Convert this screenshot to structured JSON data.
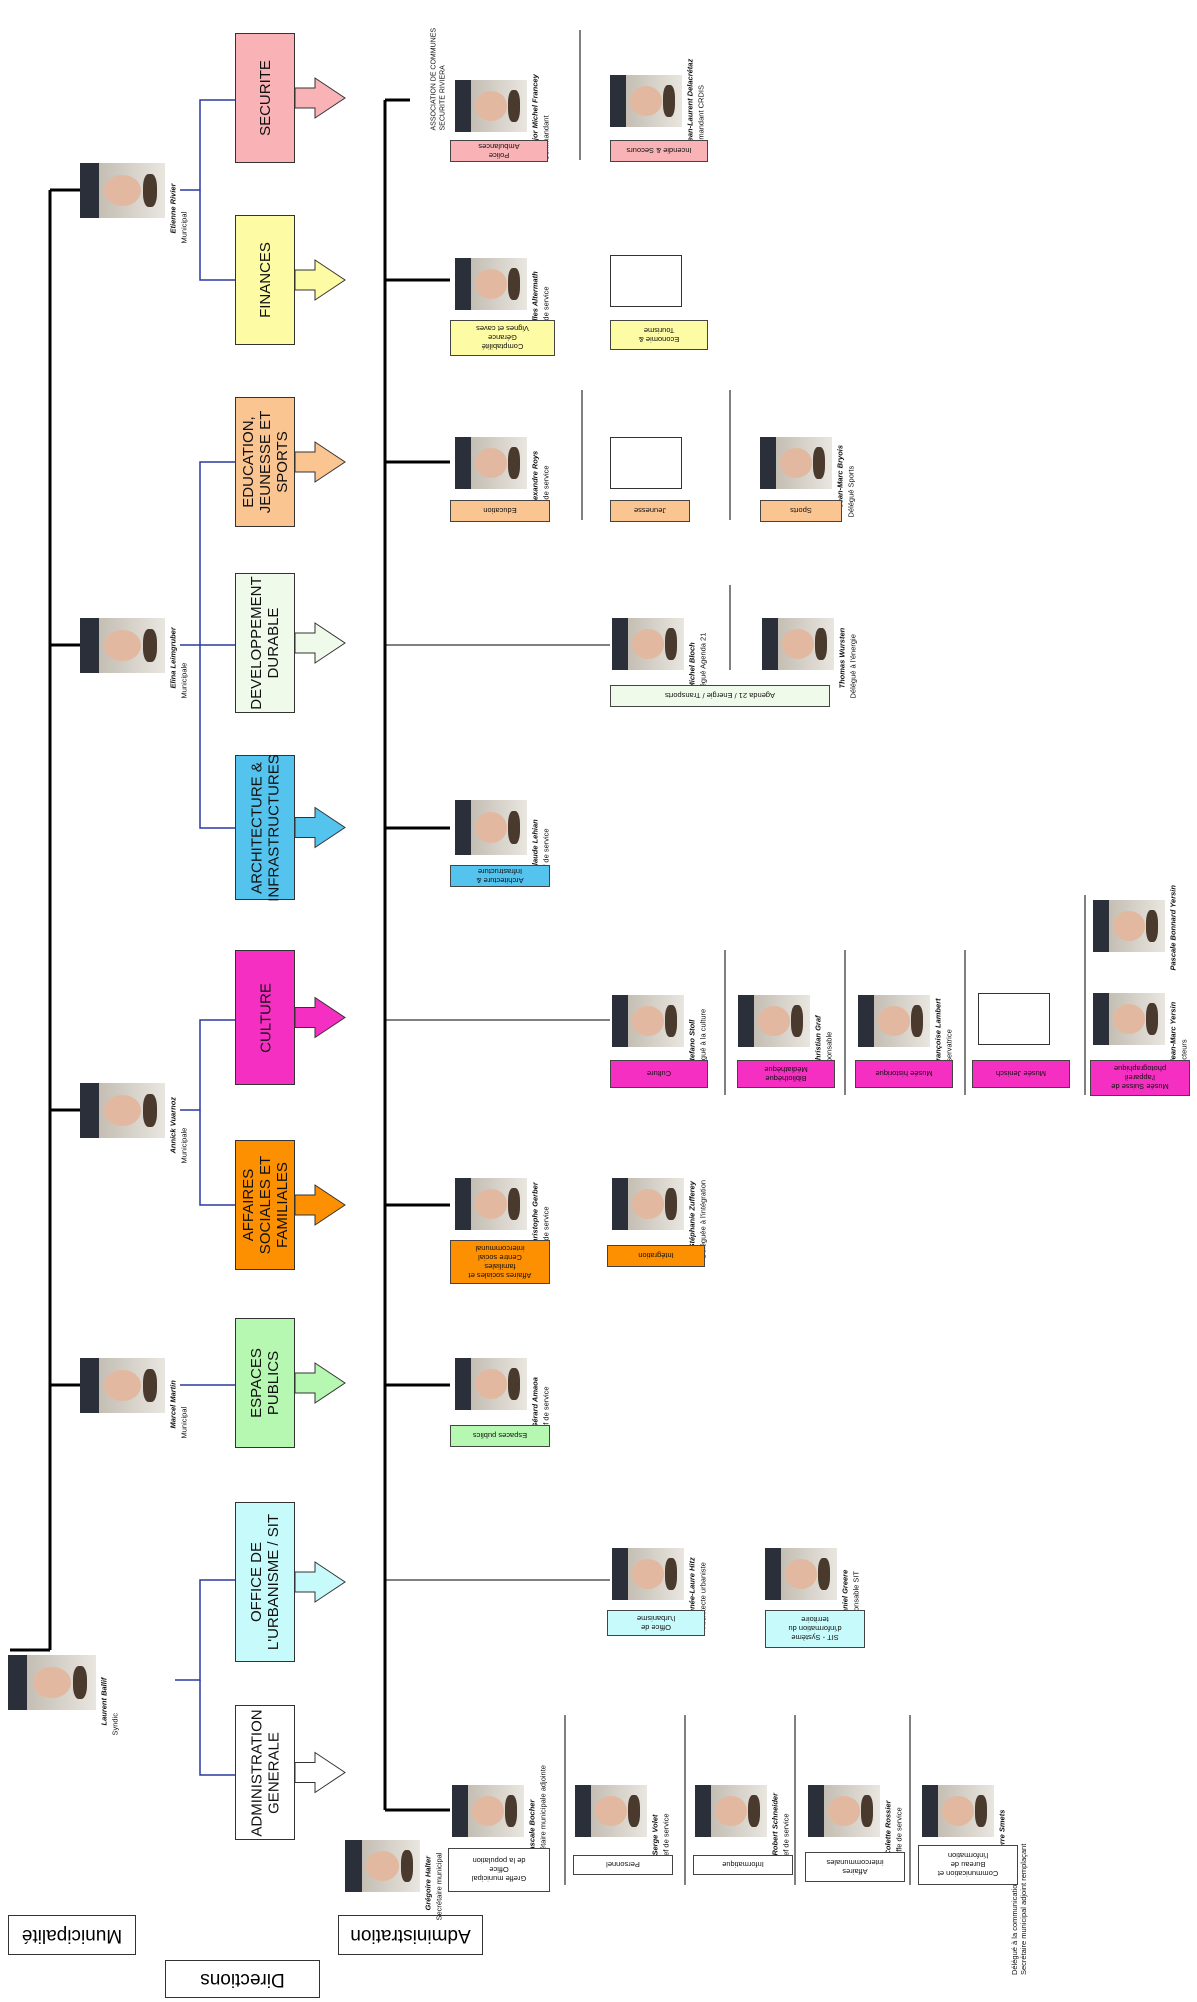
{
  "legend": {
    "municipalite": "Municipalité",
    "directions": "Directions",
    "administration": "Administration"
  },
  "syndic": {
    "name": "Laurent Ballif",
    "role": "Syndic"
  },
  "secretaire": {
    "name": "Grégoire Halter",
    "role": "Secrétaire municipal"
  },
  "municipaux": [
    {
      "name": "Etienne Rivier",
      "role": "Municipal"
    },
    {
      "name": "Elina Leimgruber",
      "role": "Municipale"
    },
    {
      "name": "Annick Vuarnoz",
      "role": "Municipale"
    },
    {
      "name": "Marcel Martin",
      "role": "Municipal"
    }
  ],
  "directions": [
    {
      "label": "SECURITE",
      "color": "#F9B3B6"
    },
    {
      "label": "FINANCES",
      "color": "#FDFBA3"
    },
    {
      "label": "EDUCATION,\nJEUNESSE ET\nSPORTS",
      "color": "#FBC592"
    },
    {
      "label": "DEVELOPPEMENT\nDURABLE",
      "color": "#EFFAEB"
    },
    {
      "label": "ARCHITECTURE &\nINFRASTRUCTURES",
      "color": "#54C3EE"
    },
    {
      "label": "CULTURE",
      "color": "#F62FC3"
    },
    {
      "label": "AFFAIRES\nSOCIALES ET\nFAMILIALES",
      "color": "#FD9001"
    },
    {
      "label": "ESPACES\nPUBLICS",
      "color": "#B6F7B1"
    },
    {
      "label": "OFFICE DE\nL'URBANISME / SIT",
      "color": "#C7FBFB"
    },
    {
      "label": "ADMINISTRATION\nGENERALE",
      "color": "#FFFFFF"
    }
  ],
  "securite": {
    "header": "ASSOCIATION DE COMMUNES\nSECURITE RIVIERA",
    "people": [
      {
        "name": "Major Michel Francey",
        "role": "Commandant",
        "unit": "Police\nAmbulances"
      },
      {
        "name": "Jean-Laurent Delacrétaz",
        "role": "Commandant CRDIS",
        "unit": "Incendie & Secours"
      }
    ]
  },
  "finances": {
    "people": [
      {
        "name": "Gilles Altermath",
        "role": "Chef de service",
        "unit": "Comptabilité\nGérance\nVignes et caves"
      }
    ],
    "units": [
      "Economie &\nTourisme"
    ]
  },
  "education": {
    "people": [
      {
        "name": "Alexandre Roys",
        "role": "Chef de service",
        "unit": "Education"
      },
      {
        "name": "Jean-Marc Bryois",
        "role": "Délégué Sports",
        "unit": "Sports"
      }
    ],
    "units": [
      "Jeunesse"
    ]
  },
  "durable": {
    "people": [
      {
        "name": "Michel Bloch",
        "role": "Délégué Agenda 21"
      },
      {
        "name": "Thomas Wursten",
        "role": "Délégué à l'énergie"
      }
    ],
    "unit": "Agenda 21 / Energie / Transports"
  },
  "architecture": {
    "people": [
      {
        "name": "Claude Lehian",
        "role": "Chef de service",
        "unit": "Architecture &\nInfrastructure"
      }
    ]
  },
  "culture": {
    "people": [
      {
        "name": "Stefano Stoll",
        "role": "Délégué à la culture",
        "unit": "Culture"
      },
      {
        "name": "Christian Graf",
        "role": "Responsable",
        "unit": "Bibliothèque\nMédiathèque"
      },
      {
        "name": "Françoise Lambert",
        "role": "Conservatrice",
        "unit": "Musée historique"
      },
      {
        "name": "Jean-Marc Yersin",
        "role": "Directeurs"
      },
      {
        "name": "Pascale Bonnard Yersin",
        "role": ""
      }
    ],
    "units": [
      "Musée Jenisch",
      "Musée Suisse de\nl'appareil\nphotographique"
    ]
  },
  "social": {
    "people": [
      {
        "name": "Christophe Gerber",
        "role": "Chef de service",
        "unit": "Affaires sociales et\nfamiliales\nCentre social\nintercommunal"
      },
      {
        "name": "Stéphanie Zufferey",
        "role": "Déléguée à l'intégration",
        "unit": "Intégration"
      }
    ]
  },
  "espaces": {
    "people": [
      {
        "name": "Gérard Amaoa",
        "role": "Chef de service",
        "unit": "Espaces publics"
      }
    ]
  },
  "urbanisme": {
    "people": [
      {
        "name": "Renée-Laure Hitz",
        "role": "Architecte urbaniste",
        "unit": "Office de\nl'urbanisme"
      },
      {
        "name": "Daniel Greere",
        "role": "Responsable SIT",
        "unit": "SIT - Système\nd'information du\nterritoire"
      }
    ]
  },
  "admin": {
    "people": [
      {
        "name": "Pascale Bocher",
        "role": "Secrétaire municipale adjointe",
        "unit": "Greffe municipal\nOffice\nde la population"
      },
      {
        "name": "Serge Volet",
        "role": "Chef de service",
        "unit": "Personnel"
      },
      {
        "name": "Robert Schneider",
        "role": "Chef de service",
        "unit": "Informatique"
      },
      {
        "name": "Colette Rossier",
        "role": "Cheffe de service",
        "unit": "Affaires\nintercommunales"
      },
      {
        "name": "Pierre Smets",
        "role": "Délégué à la communication\nSecrétaire municipal adjoint remplaçant",
        "unit": "Communication et\nBureau de\nl'information"
      }
    ]
  }
}
